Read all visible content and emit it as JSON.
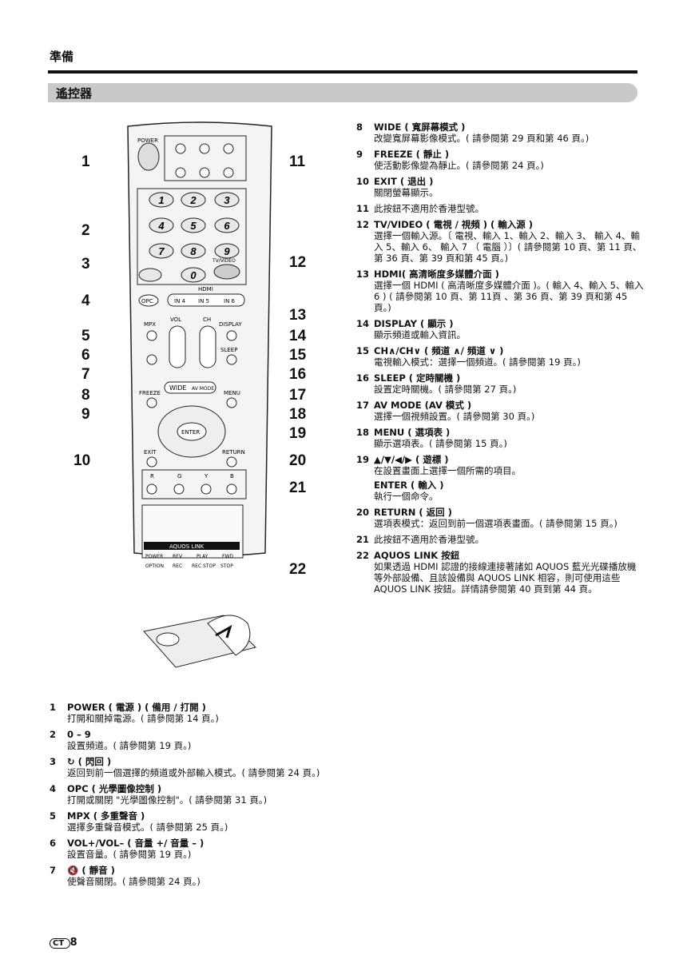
{
  "header": {
    "chapter": "準備",
    "section": "遙控器"
  },
  "remote_labels": {
    "power": "POWER",
    "hdmi": "HDMI",
    "in4": "IN 4",
    "in5": "IN 5",
    "in6": "IN 6",
    "opc": "OPC",
    "mpx": "MPX",
    "vol": "VOL",
    "ch": "CH",
    "display": "DISPLAY",
    "sleep": "SLEEP",
    "wide": "WIDE",
    "avmode": "AV MODE",
    "freeze": "FREEZE",
    "menu": "MENU",
    "enter": "ENTER",
    "exit": "EXIT",
    "return": "RETURN",
    "r": "R",
    "g": "G",
    "y": "Y",
    "b": "B",
    "tvvideo": "TV/VIDEO",
    "aquos_link": "AQUOS LINK",
    "d1": "1",
    "d2": "2",
    "d3": "3",
    "d4": "4",
    "d5": "5",
    "d6": "6",
    "d7": "7",
    "d8": "8",
    "d9": "9",
    "d0": "0",
    "pw2": "POWER",
    "rev": "REV",
    "play": "PLAY",
    "fwd": "FWD",
    "option": "OPTION",
    "rec": "REC",
    "recstop": "REC STOP",
    "stop": "STOP"
  },
  "callouts": {
    "c1": "1",
    "c2": "2",
    "c3": "3",
    "c4": "4",
    "c5": "5",
    "c6": "6",
    "c7": "7",
    "c8": "8",
    "c9": "9",
    "c10": "10",
    "c11": "11",
    "c12": "12",
    "c13": "13",
    "c14": "14",
    "c15": "15",
    "c16": "16",
    "c17": "17",
    "c18": "18",
    "c19": "19",
    "c20": "20",
    "c21": "21",
    "c22": "22"
  },
  "items_left": [
    {
      "num": "1",
      "title": "POWER ( 電源 ) ( 備用 / 打開 )",
      "desc": "打開和關掉電源。( 請參閱第 14 頁。)"
    },
    {
      "num": "2",
      "title": "0 – 9",
      "desc": "設置頻道。( 請參閱第 19 頁。)"
    },
    {
      "num": "3",
      "title": "↻ ( 閃回 )",
      "desc": "返回到前一個選擇的頻道或外部輸入模式。( 請參閱第 24 頁。)"
    },
    {
      "num": "4",
      "title": "OPC ( 光學圖像控制 )",
      "desc": "打開或關閉 \"光學圖像控制\"。( 請參閱第 31 頁。)"
    },
    {
      "num": "5",
      "title": "MPX ( 多重聲音 )",
      "desc": "選擇多重聲音模式。( 請參閱第 25 頁。)"
    },
    {
      "num": "6",
      "title": "VOL+/VOL– ( 音量 +/ 音量 – )",
      "desc": "設置音量。( 請參閱第 19 頁。)"
    },
    {
      "num": "7",
      "title": "🔇 ( 靜音 )",
      "desc": "使聲音關閉。( 請參閱第 24 頁。)"
    }
  ],
  "items_right": [
    {
      "num": "8",
      "title": "WIDE ( 寬屏幕模式 )",
      "desc": "改變寬屏幕影像模式。( 請參閱第 29 頁和第 46 頁。)"
    },
    {
      "num": "9",
      "title": "FREEZE ( 靜止 )",
      "desc": "使活動影像變為靜止。( 請參閱第 24 頁。)"
    },
    {
      "num": "10",
      "title": "EXIT ( 退出 )",
      "desc": "關閉螢幕顯示。"
    },
    {
      "num": "11",
      "title": "",
      "desc": "此按鈕不適用於香港型號。"
    },
    {
      "num": "12",
      "title": "TV/VIDEO ( 電視 / 視頻 ) ( 輸入源 )",
      "desc": "選擇一個輸入源。〔 電視、輸入 1、輸入 2、輸入 3、 輸入 4、輸入 5、輸入 6、 輸入 7 （ 電腦 ）〕( 請參閱第 10 頁、第 11 頁、第 36 頁、第 39 頁和第 45 頁。)"
    },
    {
      "num": "13",
      "title": "HDMI( 高清晰度多媒體介面 )",
      "desc": "選擇一個 HDMI ( 高清晰度多媒體介面 )。( 輸入 4、輸入 5、輸入 6 ) ( 請參閱第 10 頁、第 11頁 、第 36 頁、第 39 頁和第 45 頁。)"
    },
    {
      "num": "14",
      "title": "DISPLAY ( 顯示 )",
      "desc": "顯示頻道或輸入資訊。"
    },
    {
      "num": "15",
      "title": "CH∧/CH∨ ( 頻道 ∧/ 頻道 ∨ )",
      "desc": "電視輸入模式：選擇一個頻道。( 請參閱第 19 頁。)"
    },
    {
      "num": "16",
      "title": "SLEEP ( 定時關機 )",
      "desc": "設置定時關機。( 請參閱第 27 頁。)"
    },
    {
      "num": "17",
      "title": "AV MODE (AV 模式 )",
      "desc": "選擇一個視頻設置。( 請參閱第 30 頁。)"
    },
    {
      "num": "18",
      "title": "MENU ( 選項表 )",
      "desc": "顯示選項表。( 請參閱第 15 頁。)"
    },
    {
      "num": "19",
      "title": "▲/▼/◀/▶ ( 遊標 )",
      "desc": "在設置畫面上選擇一個所需的項目。",
      "subtitle": "ENTER ( 輸入 )",
      "subdesc": "執行一個命令。"
    },
    {
      "num": "20",
      "title": "RETURN ( 返回 )",
      "desc": "選項表模式：返回到前一個選項表畫面。( 請參閱第 15 頁。)"
    },
    {
      "num": "21",
      "title": "",
      "desc": "此按鈕不適用於香港型號。"
    },
    {
      "num": "22",
      "title": "AQUOS LINK 按鈕",
      "desc": "如果透過 HDMI 認證的接線連接著諸如 AQUOS 藍光光碟播放機等外部設備、且該設備與 AQUOS LINK 相容，則可使用這些 AQUOS LINK 按鈕。詳情請參閱第 40 頁到第 44 頁。"
    }
  ],
  "footer": {
    "lang": "CT",
    "page": "8"
  }
}
